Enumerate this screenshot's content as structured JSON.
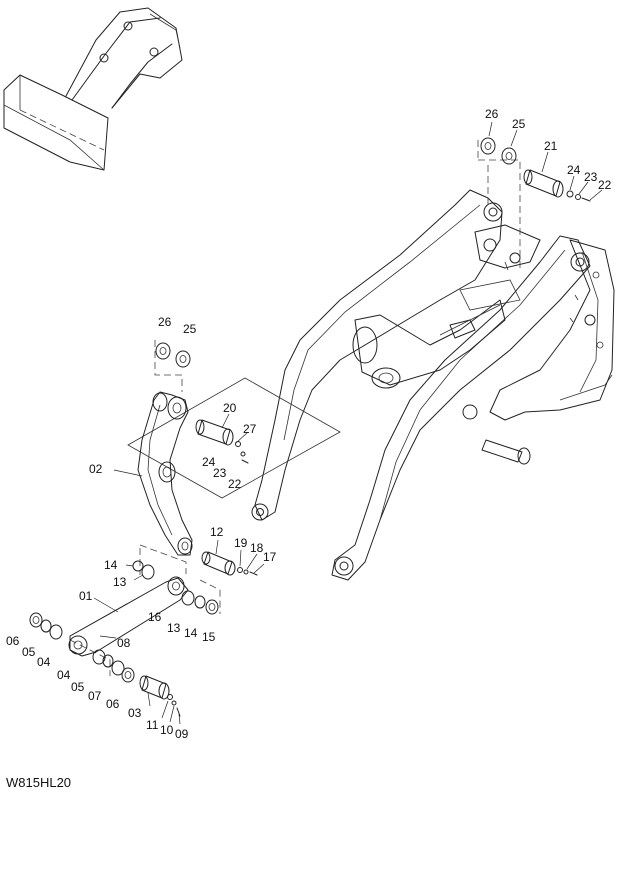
{
  "drawing_code": "W815HL20",
  "labels": {
    "p01": "01",
    "p02": "02",
    "p03": "03",
    "p04a": "04",
    "p04b": "04",
    "p05a": "05",
    "p05b": "05",
    "p06a": "06",
    "p06b": "06",
    "p07": "07",
    "p08": "08",
    "p09": "09",
    "p10": "10",
    "p11": "11",
    "p12": "12",
    "p13a": "13",
    "p13b": "13",
    "p14a": "14",
    "p14b": "14",
    "p15": "15",
    "p16": "16",
    "p17": "17",
    "p18": "18",
    "p19": "19",
    "p20": "20",
    "p21": "21",
    "p22a": "22",
    "p22b": "22",
    "p23a": "23",
    "p23b": "23",
    "p24a": "24",
    "p24b": "24",
    "p25a": "25",
    "p25b": "25",
    "p26a": "26",
    "p26b": "26",
    "p27": "27"
  }
}
